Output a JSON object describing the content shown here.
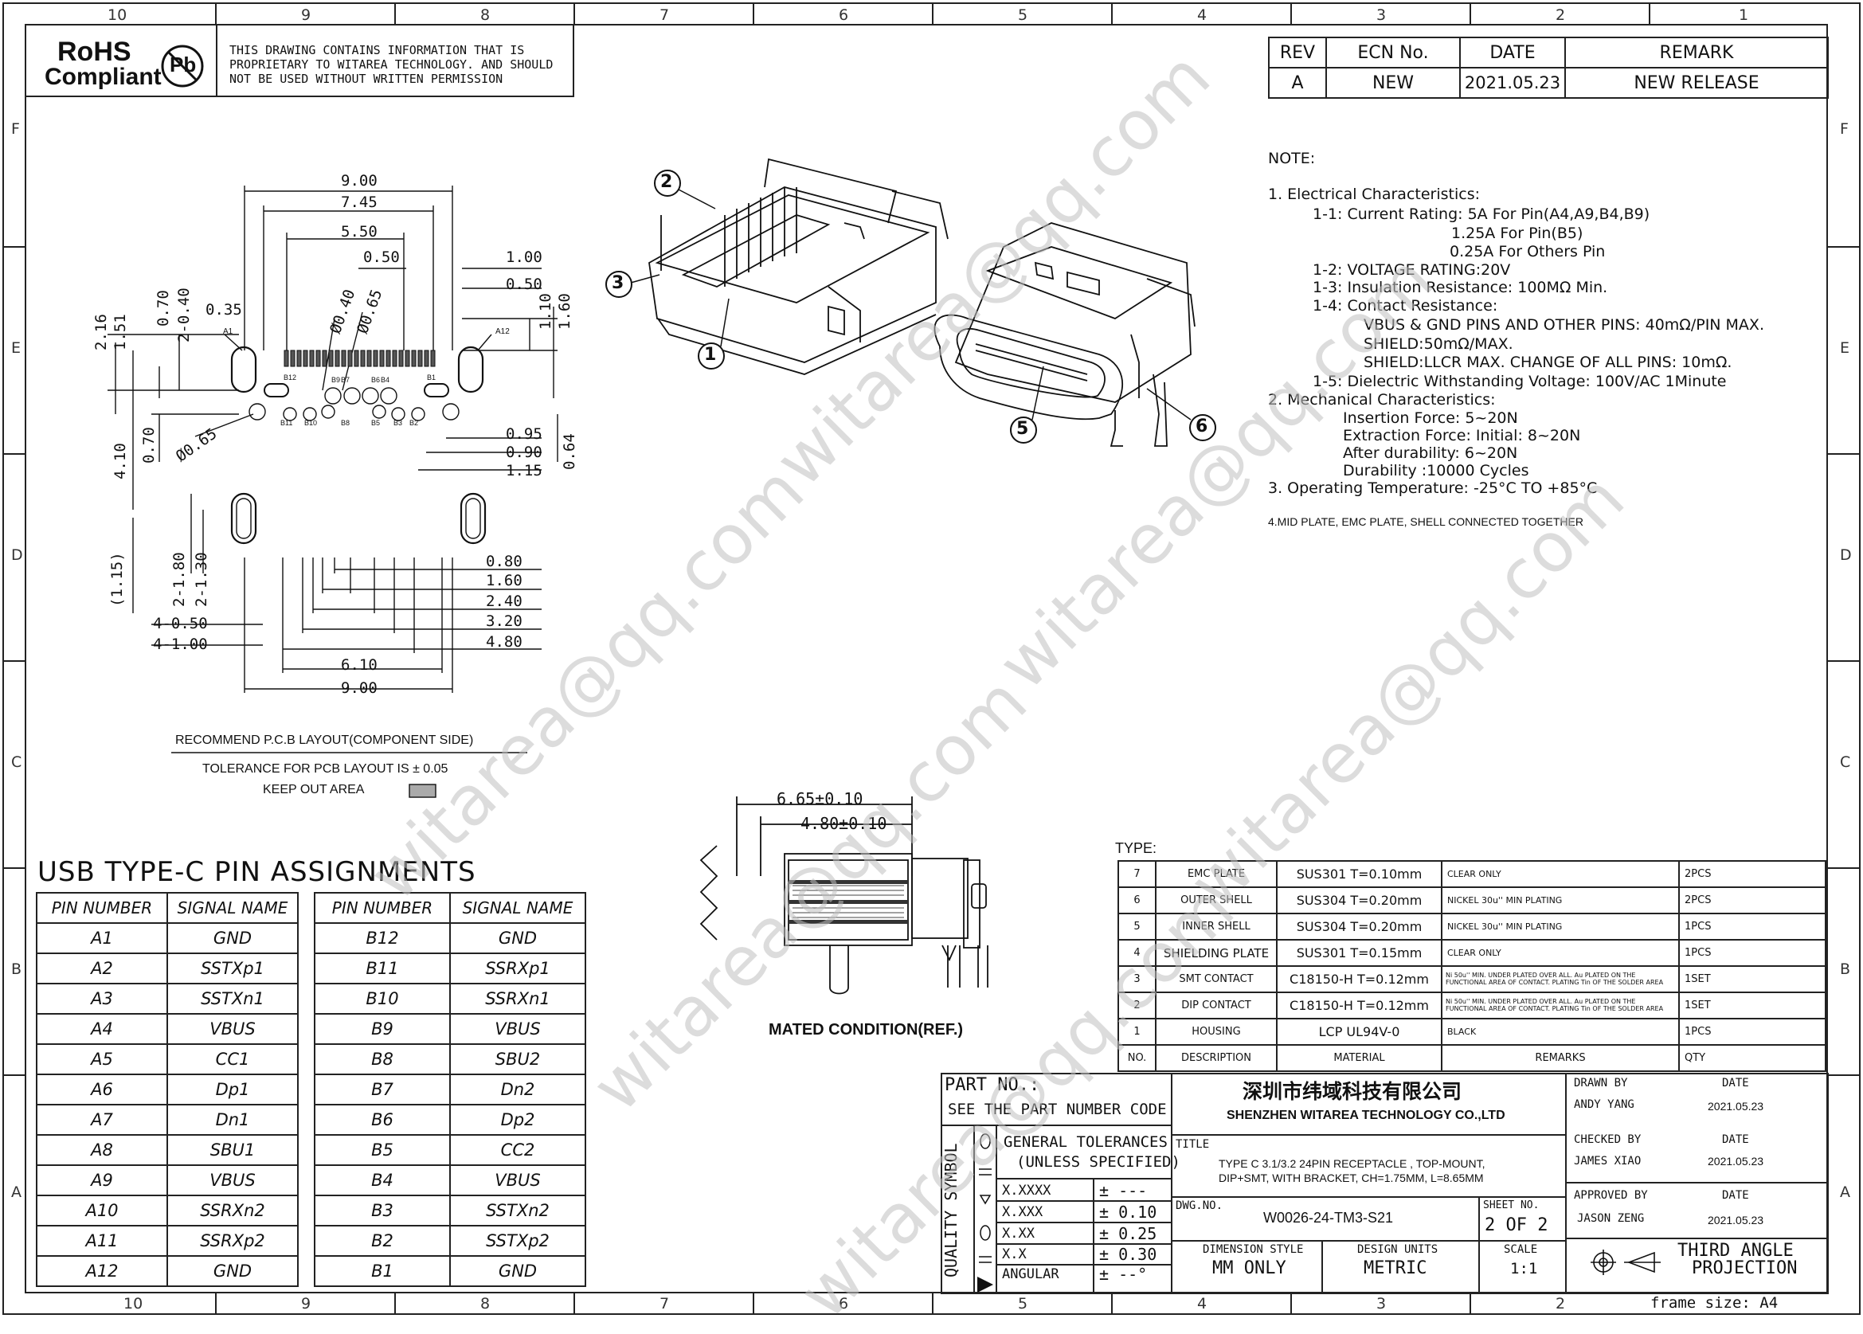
{
  "frame": {
    "cols_top": [
      "10",
      "9",
      "8",
      "7",
      "6",
      "5",
      "4",
      "3",
      "2",
      "1"
    ],
    "cols_bottom": [
      "10",
      "9",
      "8",
      "7",
      "6",
      "5",
      "4",
      "3",
      "2"
    ],
    "rows": [
      "F",
      "E",
      "D",
      "C",
      "B",
      "A"
    ],
    "frame_size": "frame size: A4"
  },
  "header": {
    "rohs_line1": "RoHS",
    "rohs_line2": "Compliant",
    "pb_mark": "Pb",
    "notice": [
      "THIS DRAWING CONTAINS INFORMATION THAT IS",
      "PROPRIETARY TO WITAREA TECHNOLOGY. AND SHOULD",
      "NOT BE USED WITHOUT WRITTEN PERMISSION"
    ]
  },
  "revision": {
    "headers": [
      "REV",
      "ECN No.",
      "DATE",
      "REMARK"
    ],
    "row": [
      "A",
      "NEW",
      "2021.05.23",
      "NEW RELEASE"
    ]
  },
  "notes": {
    "title": "NOTE:",
    "lines": [
      "1. Electrical Characteristics:",
      "1-1: Current Rating: 5A For Pin(A4,A9,B4,B9)",
      "1.25A For Pin(B5)",
      "0.25A For Others Pin",
      "1-2: VOLTAGE RATING:20V",
      "1-3: Insulation Resistance: 100MΩ Min.",
      "1-4: Contact Resistance:",
      "VBUS & GND PINS AND OTHER PINS: 40mΩ/PIN MAX.",
      "SHIELD:50mΩ/MAX.",
      "SHIELD:LLCR MAX. CHANGE OF ALL PINS: 10mΩ.",
      "1-5: Dielectric Withstanding Voltage: 100V/AC 1Minute",
      "2. Mechanical Characteristics:",
      "Insertion Force: 5~20N",
      "Extraction Force: Initial: 8~20N",
      "After durability: 6~20N",
      "Durability :10000 Cycles",
      "3. Operating Temperature: -25°C TO +85°C"
    ],
    "note4": "4.MID PLATE, EMC PLATE, SHELL CONNECTED TOGETHER"
  },
  "pcb": {
    "dims_top": [
      "9.00",
      "7.45",
      "5.50",
      "0.50",
      "1.00",
      "0.50"
    ],
    "dims_left": [
      "2.16",
      "1.51",
      "0.70",
      "2-0.40",
      "0.35",
      "0.70",
      "4.10",
      "(1.15)",
      "2-1.80",
      "2-1.30"
    ],
    "dims_pads": [
      "Ø0.40",
      "Ø0.65",
      "Ø0.65"
    ],
    "dims_right": [
      "1.10",
      "1.60",
      "0.95",
      "0.90",
      "1.15",
      "0.64"
    ],
    "dims_bottom_right": [
      "0.80",
      "1.60",
      "2.40",
      "3.20",
      "4.80"
    ],
    "dims_bottom_left": [
      "4-0.50",
      "4-1.00",
      "6.10",
      "9.00"
    ],
    "pad_labels": [
      "A1",
      "A12",
      "B12",
      "B9",
      "B7",
      "B6",
      "B4",
      "B1",
      "B11",
      "B10",
      "B8",
      "B5",
      "B3",
      "B2"
    ],
    "caption": "RECOMMEND P.C.B LAYOUT(COMPONENT SIDE)",
    "tolerance": "TOLERANCE FOR PCB LAYOUT IS ± 0.05",
    "keepout": "KEEP OUT AREA"
  },
  "iso": {
    "callouts": [
      "1",
      "2",
      "3",
      "5",
      "6"
    ]
  },
  "mated": {
    "dim1": "6.65±0.10",
    "dim2": "4.80±0.10",
    "caption": "MATED CONDITION(REF.)"
  },
  "pins": {
    "title": "USB TYPE-C PIN ASSIGNMENTS",
    "headers": [
      "PIN NUMBER",
      "SIGNAL NAME",
      "PIN NUMBER",
      "SIGNAL NAME"
    ],
    "rows": [
      [
        "A1",
        "GND",
        "B12",
        "GND"
      ],
      [
        "A2",
        "SSTXp1",
        "B11",
        "SSRXp1"
      ],
      [
        "A3",
        "SSTXn1",
        "B10",
        "SSRXn1"
      ],
      [
        "A4",
        "VBUS",
        "B9",
        "VBUS"
      ],
      [
        "A5",
        "CC1",
        "B8",
        "SBU2"
      ],
      [
        "A6",
        "Dp1",
        "B7",
        "Dn2"
      ],
      [
        "A7",
        "Dn1",
        "B6",
        "Dp2"
      ],
      [
        "A8",
        "SBU1",
        "B5",
        "CC2"
      ],
      [
        "A9",
        "VBUS",
        "B4",
        "VBUS"
      ],
      [
        "A10",
        "SSRXn2",
        "B3",
        "SSTXn2"
      ],
      [
        "A11",
        "SSRXp2",
        "B2",
        "SSTXp2"
      ],
      [
        "A12",
        "GND",
        "B1",
        "GND"
      ]
    ]
  },
  "bom": {
    "type_label": "TYPE:",
    "rows": [
      [
        "7",
        "EMC PLATE",
        "SUS301  T=0.10mm",
        "CLEAR ONLY",
        "2PCS"
      ],
      [
        "6",
        "OUTER SHELL",
        "SUS304  T=0.20mm",
        "NICKEL 30u'' MIN PLATING",
        "2PCS"
      ],
      [
        "5",
        "INNER SHELL",
        "SUS304  T=0.20mm",
        "NICKEL 30u'' MIN PLATING",
        "1PCS"
      ],
      [
        "4",
        "SHIELDING PLATE",
        "SUS301  T=0.15mm",
        "CLEAR ONLY",
        "1PCS"
      ],
      [
        "3",
        "SMT CONTACT",
        "C18150-H T=0.12mm",
        "Ni 50u'' MIN. UNDER PLATED OVER ALL. Au PLATED ON THE FUNCTIONAL AREA OF CONTACT. PLATING Tin OF THE SOLDER AREA",
        "1SET"
      ],
      [
        "2",
        "DIP CONTACT",
        "C18150-H T=0.12mm",
        "Ni 50u'' MIN. UNDER PLATED OVER ALL. Au PLATED ON THE FUNCTIONAL AREA OF CONTACT. PLATING Tin OF THE SOLDER AREA",
        "1SET"
      ],
      [
        "1",
        "HOUSING",
        "LCP UL94V-0",
        "BLACK",
        "1PCS"
      ]
    ],
    "headers": [
      "NO.",
      "DESCRIPTION",
      "MATERIAL",
      "REMARKS",
      "QTY"
    ]
  },
  "titleblock": {
    "part_no": "PART NO.:",
    "part_see": "SEE THE PART NUMBER CODE",
    "company_cn": "深圳市纬域科技有限公司",
    "company_en": "SHENZHEN WITAREA TECHNOLOGY CO.,LTD",
    "quality_symbol": "QUALITY SYMBOL",
    "gen_tol1": "GENERAL TOLERANCES",
    "gen_tol2": "(UNLESS SPECIFIED)",
    "tolerances": [
      [
        "X.XXXX",
        "± ---"
      ],
      [
        "X.XXX",
        "± 0.10"
      ],
      [
        "X.XX",
        "± 0.25"
      ],
      [
        "X.X",
        "± 0.30"
      ],
      [
        "ANGULAR",
        "± --°"
      ]
    ],
    "title_label": "TITLE",
    "title_text": [
      "TYPE C 3.1/3.2 24PIN RECEPTACLE , TOP-MOUNT,",
      "DIP+SMT, WITH BRACKET, CH=1.75MM, L=8.65MM"
    ],
    "dwg_label": "DWG.NO.",
    "dwg_no": "W0026-24-TM3-S21",
    "sheet_label": "SHEET NO.",
    "sheet": "2 OF 2",
    "dim_style_label": "DIMENSION STYLE",
    "dim_style": "MM ONLY",
    "design_units_label": "DESIGN UNITS",
    "design_units": "METRIC",
    "scale_label": "SCALE",
    "scale": "1:1",
    "drawn_label": "DRAWN BY",
    "drawn_name": "ANDY YANG",
    "checked_label": "CHECKED BY",
    "checked_name": "JAMES XIAO",
    "approved_label": "APPROVED BY",
    "approved_name": "JASON ZENG",
    "date_label": "DATE",
    "date_value": "2021.05.23",
    "projection1": "THIRD ANGLE",
    "projection2": "PROJECTION"
  },
  "watermark": "witarea@qq.com"
}
